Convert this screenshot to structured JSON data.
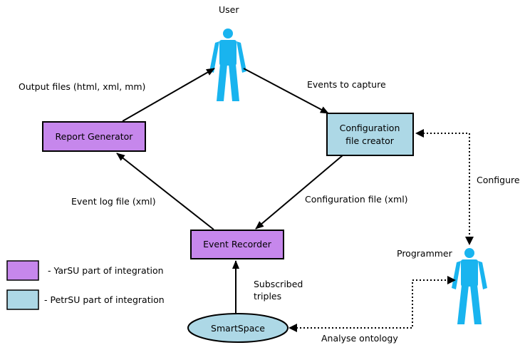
{
  "actors": {
    "user": "User",
    "programmer": "Programmer"
  },
  "nodes": {
    "report_generator": "Report Generator",
    "config_creator_line1": "Configuration",
    "config_creator_line2": "file creator",
    "event_recorder": "Event Recorder",
    "smartspace": "SmartSpace"
  },
  "edges": {
    "output_files": "Output files (html, xml, mm)",
    "events_to_capture": "Events to capture",
    "configure": "Configure",
    "event_log_file": "Event log file (xml)",
    "configuration_file": "Configuration file (xml)",
    "subscribed_line1": "Subscribed",
    "subscribed_line2": "triples",
    "analyse_ontology": "Analyse ontology"
  },
  "legend": {
    "yarsu": "- YarSU part of integration",
    "petrsu": "- PetrSU part of integration"
  },
  "colors": {
    "yarsu": "#c687ec",
    "petrsu": "#add8e6",
    "person": "#19b4ef"
  }
}
